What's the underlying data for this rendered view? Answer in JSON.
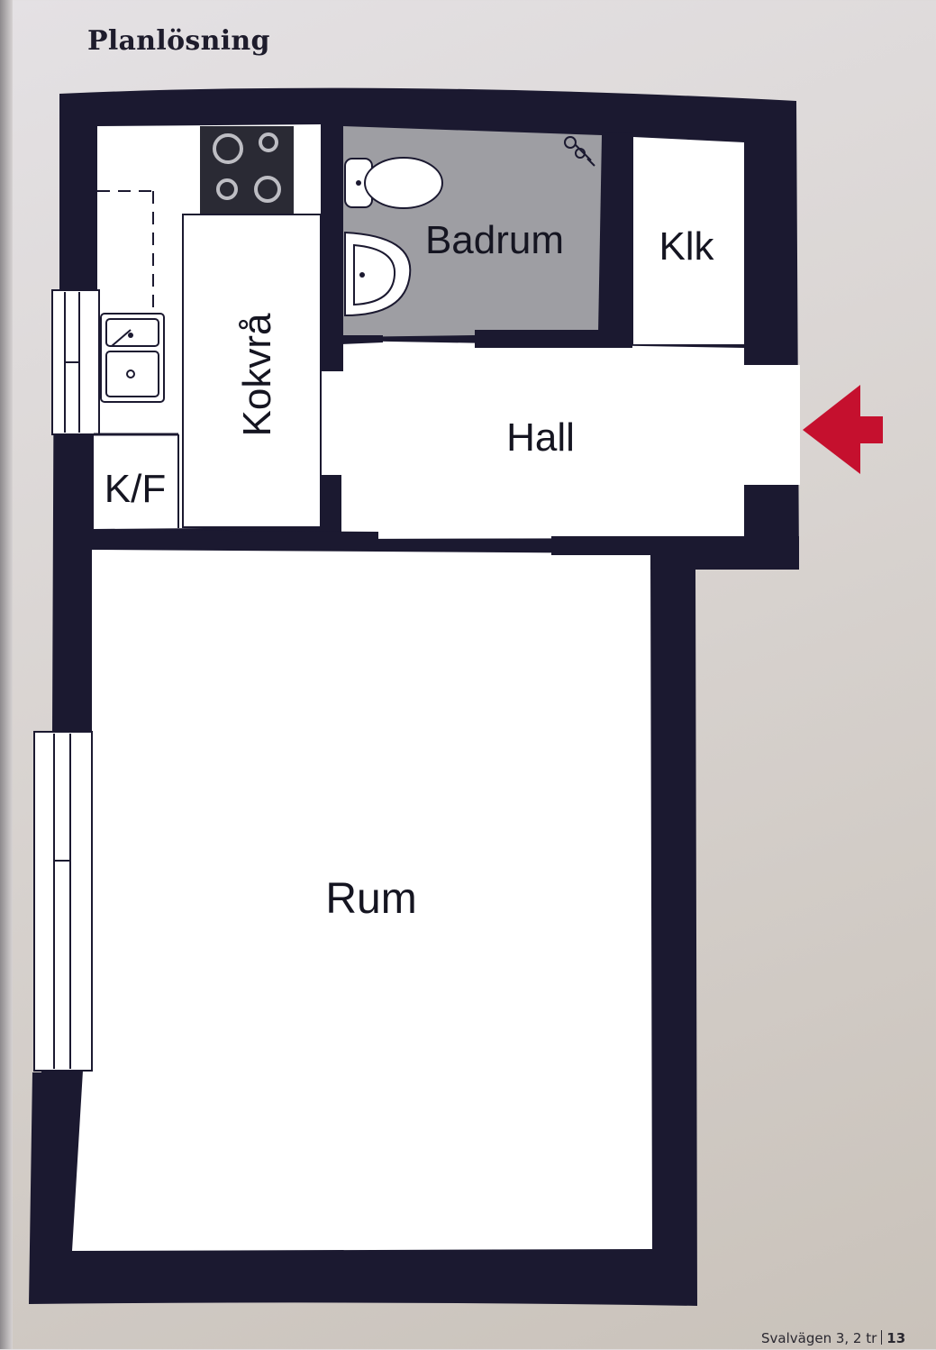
{
  "page": {
    "title": "Planlösning",
    "footer_address": "Svalvägen 3, 2 tr",
    "footer_page": "13"
  },
  "rooms": {
    "badrum": "Badrum",
    "klk": "Klk",
    "kokvra": "Kokvrå",
    "hall": "Hall",
    "kf": "K/F",
    "rum": "Rum"
  },
  "colors": {
    "wall": "#1b1930",
    "floor": "#ffffff",
    "bathroom_floor": "#9e9ea3",
    "entrance_arrow": "#c5102e",
    "text": "#151521"
  },
  "icons": [
    "stove-icon",
    "sink-icon",
    "toilet-icon",
    "washbasin-icon",
    "shower-icon",
    "entrance-arrow-icon"
  ]
}
